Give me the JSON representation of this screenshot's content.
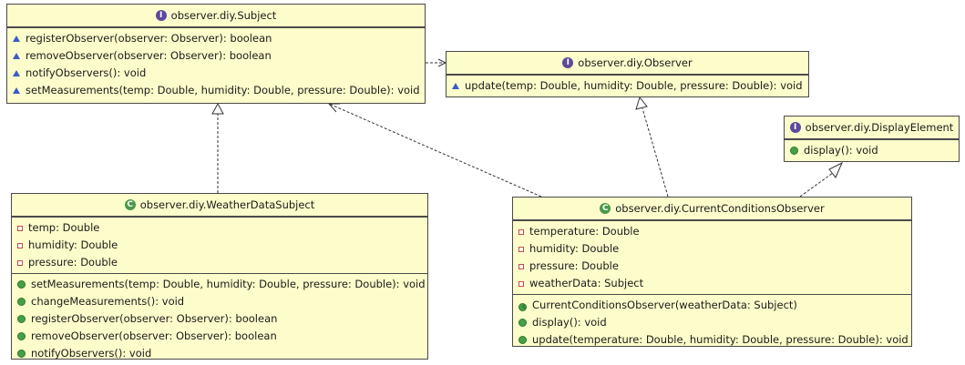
{
  "subject": {
    "title": "observer.diy.Subject",
    "methods": [
      "registerObserver(observer: Observer): boolean",
      "removeObserver(observer: Observer): boolean",
      "notifyObservers(): void",
      "setMeasurements(temp: Double, humidity: Double, pressure: Double): void"
    ]
  },
  "observer": {
    "title": "observer.diy.Observer",
    "methods": [
      "update(temp: Double, humidity: Double, pressure: Double): void"
    ]
  },
  "display_element": {
    "title": "observer.diy.DisplayElement",
    "methods": [
      "display(): void"
    ]
  },
  "weather_data_subject": {
    "title": "observer.diy.WeatherDataSubject",
    "fields": [
      "temp: Double",
      "humidity: Double",
      "pressure: Double"
    ],
    "methods": [
      "setMeasurements(temp: Double, humidity: Double, pressure: Double): void",
      "changeMeasurements(): void",
      "registerObserver(observer: Observer): boolean",
      "removeObserver(observer: Observer): boolean",
      "notifyObservers(): void"
    ]
  },
  "current_conditions_observer": {
    "title": "observer.diy.CurrentConditionsObserver",
    "fields": [
      "temperature: Double",
      "humidity: Double",
      "pressure: Double",
      "weatherData: Subject"
    ],
    "constructor": "CurrentConditionsObserver(weatherData: Subject)",
    "methods": [
      "display(): void",
      "update(temperature: Double, humidity: Double, pressure: Double): void"
    ]
  }
}
